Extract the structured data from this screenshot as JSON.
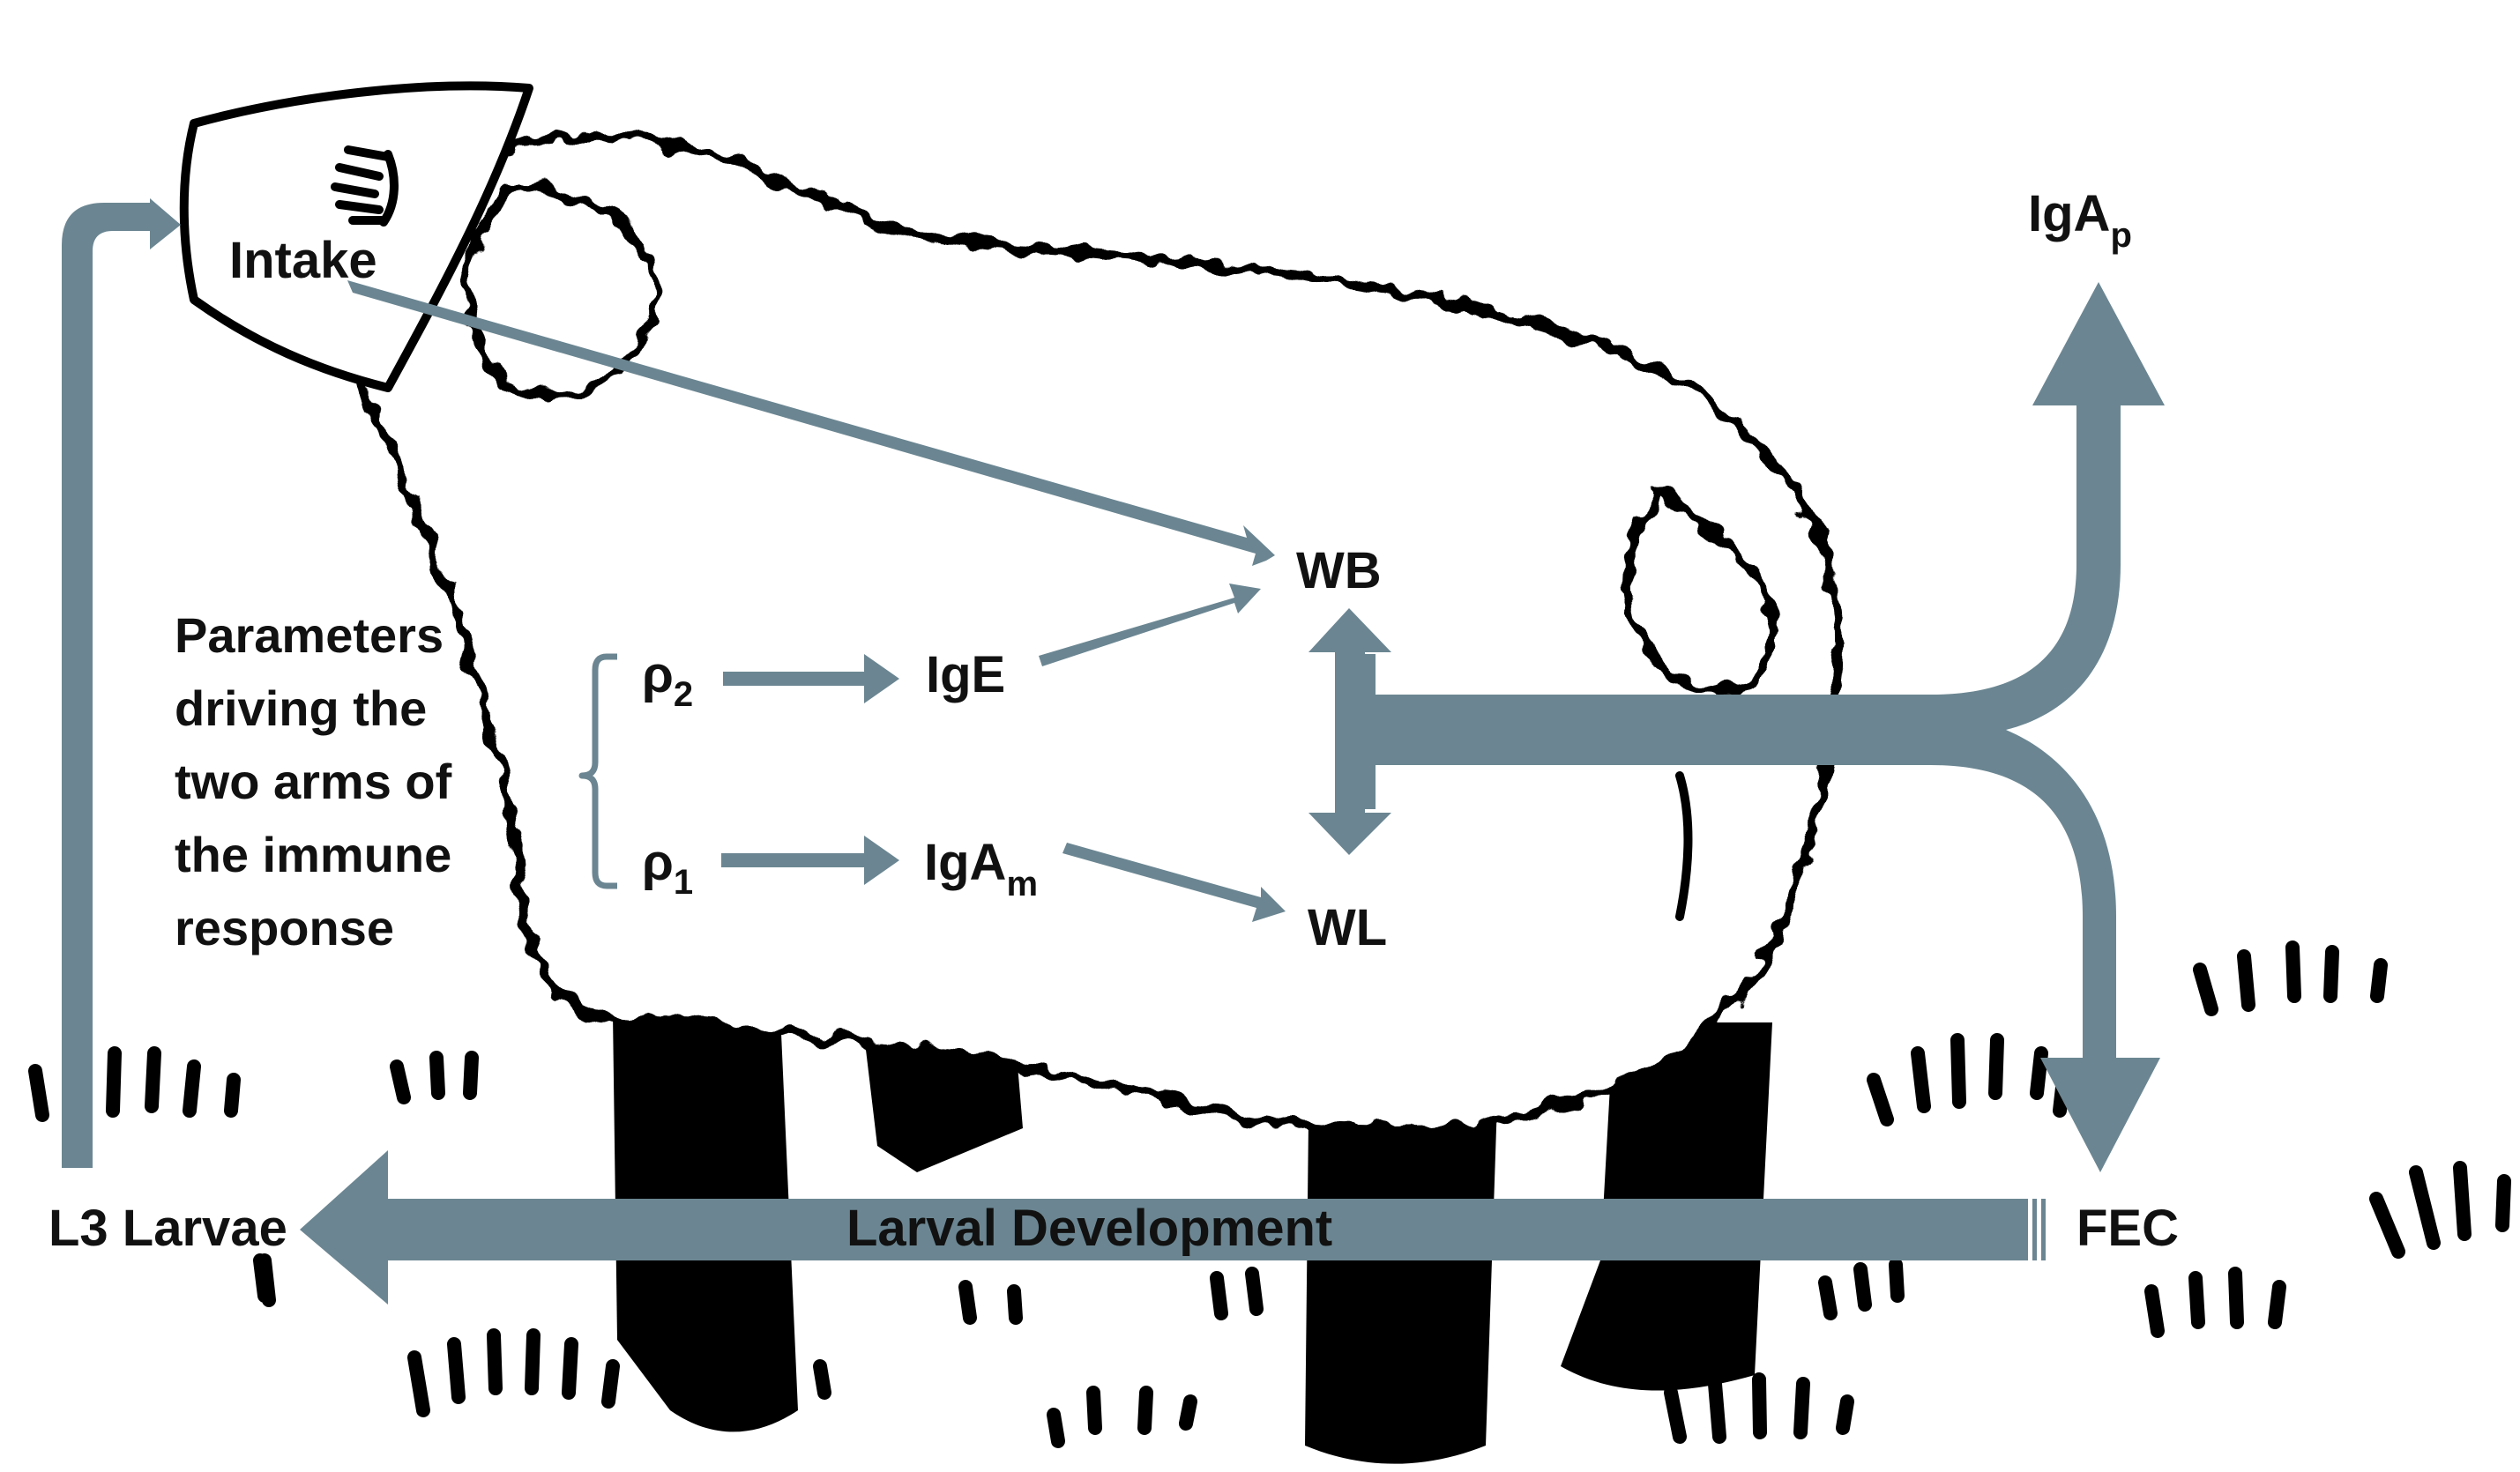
{
  "diagram": {
    "labels": {
      "intake": "Intake",
      "wb": "WB",
      "wl": "WL",
      "ige": "IgE",
      "iga_m_base": "IgA",
      "iga_m_sub": "m",
      "iga_p_base": "IgA",
      "iga_p_sub": "p",
      "rho2_base": "ρ",
      "rho2_sub": "2",
      "rho1_base": "ρ",
      "rho1_sub": "1",
      "fec": "FEC",
      "l3_larvae": "L3 Larvae",
      "larval_development": "Larval Development",
      "parameters_lines": [
        "Parameters",
        "driving the",
        "two arms of",
        "the immune",
        "response"
      ]
    },
    "colors": {
      "arrow": "#6b8692",
      "outline": "#000000",
      "text": "#111111",
      "background": "#ffffff"
    },
    "icons": [
      "sheep-illustration",
      "grass-tufts",
      "flow-arrows"
    ]
  }
}
